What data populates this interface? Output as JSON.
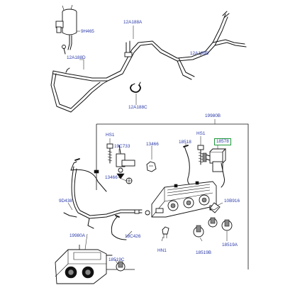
{
  "callouts": {
    "c_9h465": "9H465",
    "c_12a188a": "12A188A",
    "c_12a188d": "12A188D",
    "c_12a188b": "12A188B",
    "c_12a188c": "12A188C",
    "c_19980b": "19980B",
    "c_hs1_left": "HS1",
    "c_19c733": "19C733",
    "c_13466_top": "13466",
    "c_18518": "18518",
    "c_hs1_right": "HS1",
    "c_18578": "18578",
    "c_13466_mid": "13466",
    "c_9d438": "9D438",
    "c_10b916": "10B916",
    "c_18c426": "18C426",
    "c_19980a": "19980A",
    "c_hn1": "HN1",
    "c_18519b": "18519B",
    "c_18519a": "18519A",
    "c_18519c": "18519C"
  },
  "highlight_color": "#1f9a3a",
  "callout_color": "#2a3aa8",
  "highlighted_part": "18578"
}
